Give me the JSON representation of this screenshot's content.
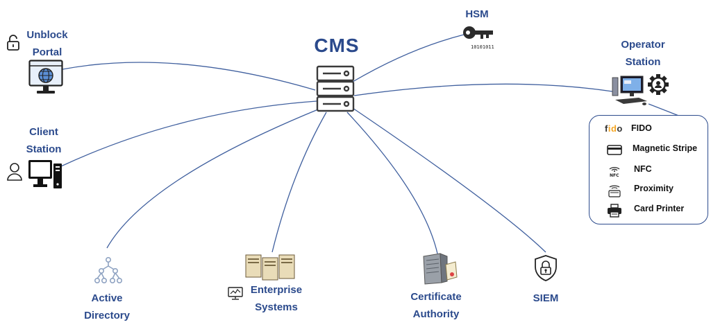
{
  "cms": {
    "title": "CMS"
  },
  "nodes": {
    "hsm": {
      "label": "HSM",
      "key_caption": "10101011"
    },
    "unblock_portal": {
      "label": "Unblock\nPortal"
    },
    "client_station": {
      "label": "Client\nStation"
    },
    "operator_station": {
      "label": "Operator\nStation"
    },
    "active_directory": {
      "label": "Active\nDirectory"
    },
    "enterprise_systems": {
      "label": "Enterprise\nSystems"
    },
    "certificate_authority": {
      "label": "Certificate\nAuthority"
    },
    "siem": {
      "label": "SIEM"
    }
  },
  "credential_types": {
    "fido_logo": {
      "part1": "f",
      "part2": "id",
      "part3": "o"
    },
    "items": [
      {
        "label": "FIDO",
        "icon": "fido-logo"
      },
      {
        "label": "Magnetic Stripe",
        "icon": "card-icon"
      },
      {
        "label": "NFC",
        "icon": "nfc-icon",
        "icon_caption": "NFC"
      },
      {
        "label": "Proximity",
        "icon": "proximity-icon"
      },
      {
        "label": "Card Printer",
        "icon": "printer-icon"
      }
    ]
  },
  "colors": {
    "primary": "#2b4a8c",
    "line": "#3f5f9e",
    "fido_accent": "#f5a623"
  }
}
